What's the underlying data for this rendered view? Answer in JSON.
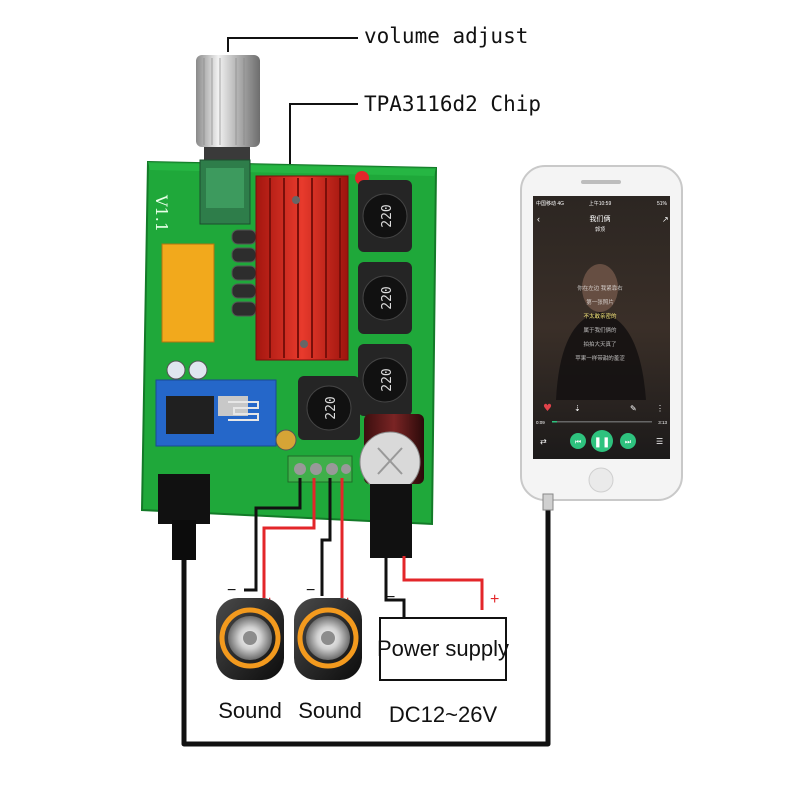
{
  "callouts": {
    "volume": "volume adjust",
    "chip": "TPA3116d2 Chip"
  },
  "board": {
    "version": "V1.1",
    "inductor_mark": "220"
  },
  "speakers": [
    {
      "label": "Sound",
      "minus": "−",
      "plus": "+"
    },
    {
      "label": "Sound",
      "minus": "−",
      "plus": "+"
    }
  ],
  "power": {
    "box_label": "Power supply",
    "voltage": "DC12~26V",
    "minus": "−",
    "plus": "+"
  },
  "phone": {
    "status_left": "中国移动 4G",
    "status_time": "上午10:59",
    "status_right": "51%",
    "song_title": "我们俩",
    "artist": "郭顶",
    "lyrics": [
      "你在左边 我紧靠右",
      "第一张照片",
      "不太敢亲密的",
      "属于我们俩的",
      "拍拍大天真了",
      "苹果一样带甜的羞涩"
    ],
    "time_start": "0:09",
    "time_end": "3:13"
  },
  "colors": {
    "pcb": "#1fa83a",
    "heatsink": "#d4261c",
    "wire_red": "#e3262a",
    "wire_black": "#111111",
    "speaker_ring": "#f39a1e",
    "play_green": "#2ec27e"
  }
}
